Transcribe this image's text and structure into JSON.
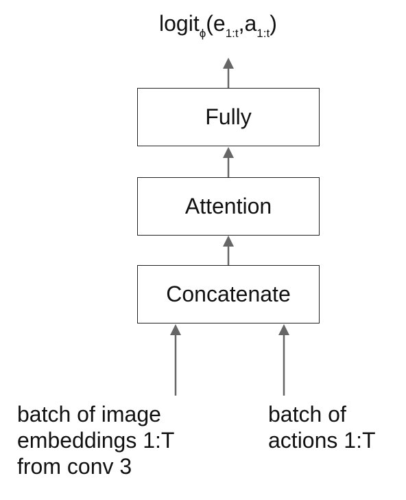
{
  "output": {
    "main": "logit",
    "sub_phi": "ϕ",
    "open": "(e",
    "sub1": "1:t",
    "mid": ",a",
    "sub2": "1:t",
    "close": ")"
  },
  "boxes": {
    "fully": "Fully",
    "attention": "Attention",
    "concatenate": "Concatenate"
  },
  "inputs": {
    "images": {
      "line1": "batch of image",
      "line2": "embeddings 1:T",
      "line3": "from conv 3"
    },
    "actions": {
      "line1": "batch of",
      "line2": "actions 1:T"
    }
  },
  "colors": {
    "arrow": "#666666",
    "box_border": "#222222"
  }
}
